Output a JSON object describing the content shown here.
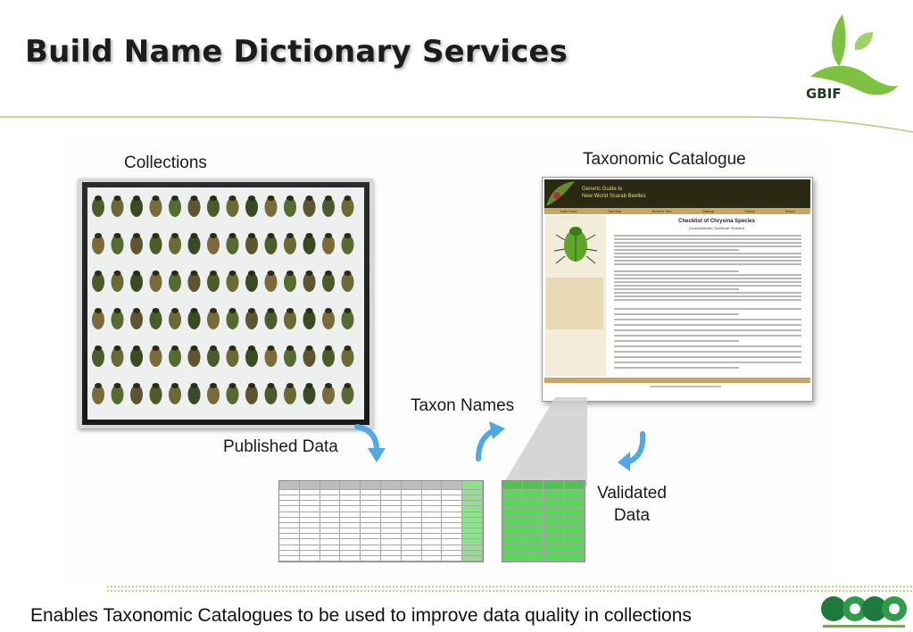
{
  "slide": {
    "title": "Build Name Dictionary Services",
    "footer": "Enables Taxonomic Catalogues to be used to improve data quality in collections"
  },
  "logo": {
    "label": "GBIF",
    "icon": "gbif-leaf-icon"
  },
  "diagram": {
    "collections_label": "Collections",
    "catalogue_label": "Taxonomic Catalogue",
    "taxon_names_label": "Taxon Names",
    "published_data_label": "Published Data",
    "validated_data_label_line1": "Validated",
    "validated_data_label_line2": "Data"
  },
  "catalogue_page": {
    "header_line1": "Generic Guide to",
    "header_line2": "New World Scarab Beetles",
    "nav": [
      "Guide Home",
      "Type Map",
      "About Its Taxa",
      "Catalogs",
      "Gallery",
      "Search"
    ],
    "heading": "Checklist of Chrysina Species",
    "subheading": "(Scarabaeidae: Rutelinae: Rutelini)"
  },
  "colors": {
    "accent_green": "#7fc241",
    "table_green": "#5ad65a",
    "published_column": "#8fe08f",
    "arrow_blue": "#4fa9e6",
    "rule_green": "#a8cf7a"
  },
  "badge": {
    "icon": "year-of-biodiversity-2010-icon"
  }
}
